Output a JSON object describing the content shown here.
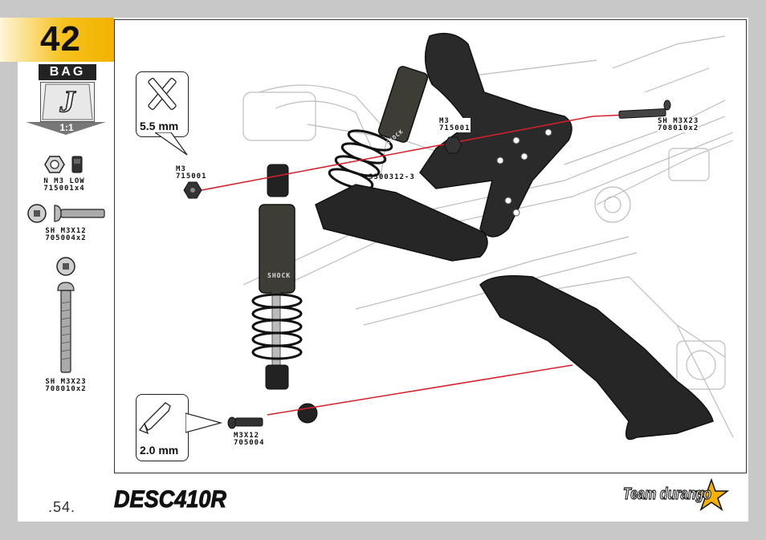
{
  "step": {
    "number": "42"
  },
  "bag": {
    "label": "BAG",
    "letter": "J",
    "scale": "1:1"
  },
  "hardware": [
    {
      "name": "N M3 LOW",
      "code": "715001x4"
    },
    {
      "name": "SH M3X12",
      "code": "705004x2"
    },
    {
      "name": "SH M3X23",
      "code": "708010x2"
    }
  ],
  "tools": [
    {
      "label": "5.5 mm",
      "icon": "cross-wrench-icon"
    },
    {
      "label": "2.0 mm",
      "icon": "hex-key-icon"
    }
  ],
  "callouts": {
    "nut_left": {
      "line1": "M3",
      "line2": "715001"
    },
    "nut_right": {
      "line1": "M3",
      "line2": "715001"
    },
    "screw_top": {
      "line1": "SH M3X23",
      "line2": "708010x2"
    },
    "screw_bottom": {
      "line1": "M3X12",
      "line2": "705004"
    },
    "part_number": "3300312-3",
    "shock_label": "SHOCK"
  },
  "footer": {
    "page_number": ".54.",
    "product_logo_text": "DESC410R",
    "brand_logo_text": "Team durango"
  },
  "colors": {
    "tab": "#f3b200",
    "guide_line": "#d8202a",
    "accent": "#d8202a"
  }
}
